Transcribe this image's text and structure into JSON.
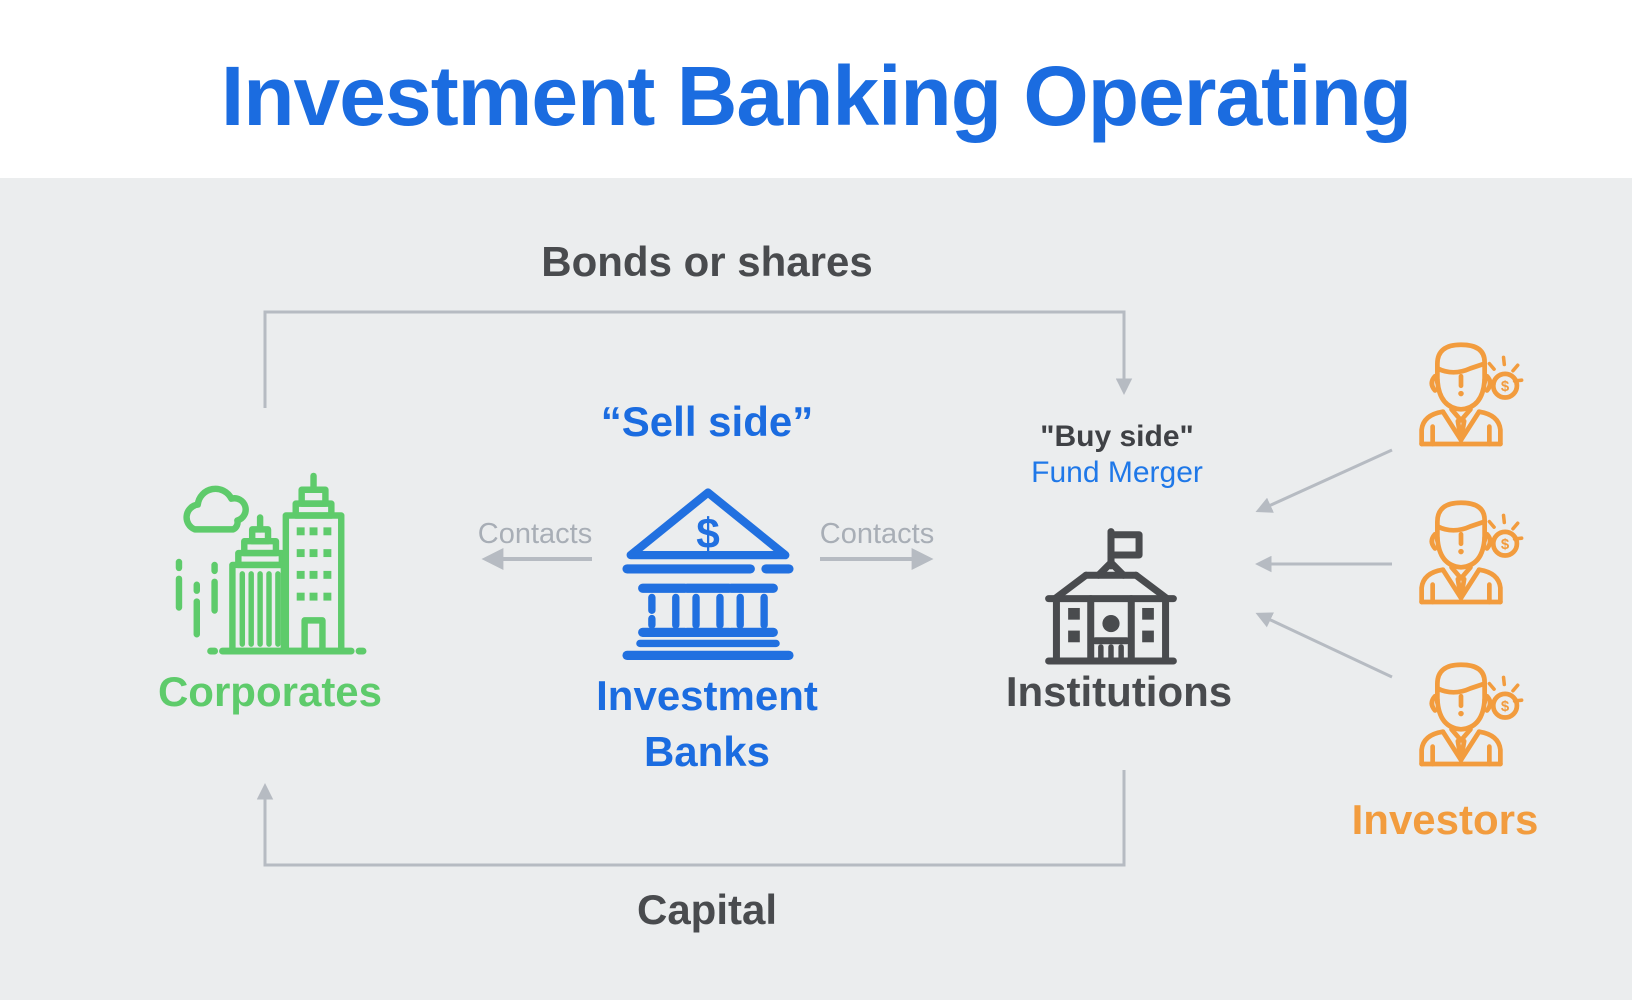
{
  "title": "Investment Banking Operating",
  "colors": {
    "title_blue": "#1b6ce0",
    "icon_blue": "#2170e0",
    "green": "#5ecb6b",
    "orange": "#f29c3e",
    "dark_text": "#494b4e",
    "arrow_gray": "#b6bbc2",
    "contacts_gray": "#a8aeb6",
    "background_gray": "#ebedee",
    "header_white": "#ffffff"
  },
  "flow_labels": {
    "top": "Bonds or shares",
    "bottom": "Capital",
    "contacts_left": "Contacts",
    "contacts_right": "Contacts"
  },
  "nodes": {
    "corporates": {
      "label": "Corporates"
    },
    "investment_banks": {
      "role": "“Sell side”",
      "label_line1": "Investment",
      "label_line2": "Banks",
      "symbol": "$"
    },
    "institutions": {
      "role": "\"Buy side\"",
      "subrole": "Fund Merger",
      "label": "Institutions"
    },
    "investors": {
      "label": "Investors",
      "coin_symbol": "$",
      "count": 3
    }
  },
  "icons": {
    "corporates": "city-buildings-icon",
    "investment_banks": "bank-columns-icon",
    "institutions": "government-building-icon",
    "investors": "businessman-coin-icon"
  }
}
